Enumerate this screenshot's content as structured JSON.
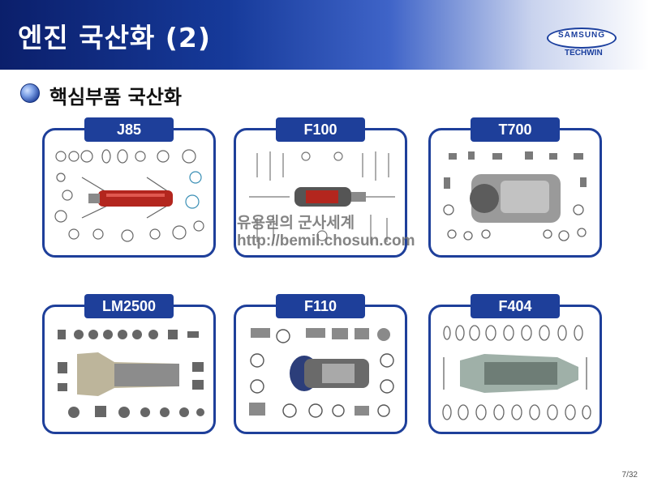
{
  "header": {
    "title": "엔진 국산화 (2)",
    "logo_brand": "SAMSUNG",
    "logo_sub": "TECHWIN"
  },
  "subtitle": "핵심부품 국산화",
  "cards": [
    {
      "label": "J85"
    },
    {
      "label": "F100"
    },
    {
      "label": "T700"
    },
    {
      "label": "LM2500"
    },
    {
      "label": "F110"
    },
    {
      "label": "F404"
    }
  ],
  "watermark": {
    "line1": "유용원의 군사세계",
    "line2": "http://bemil.chosun.com"
  },
  "footer": {
    "page": "7/32"
  },
  "colors": {
    "accent": "#1e3f9a",
    "engine_red": "#b3261e"
  }
}
